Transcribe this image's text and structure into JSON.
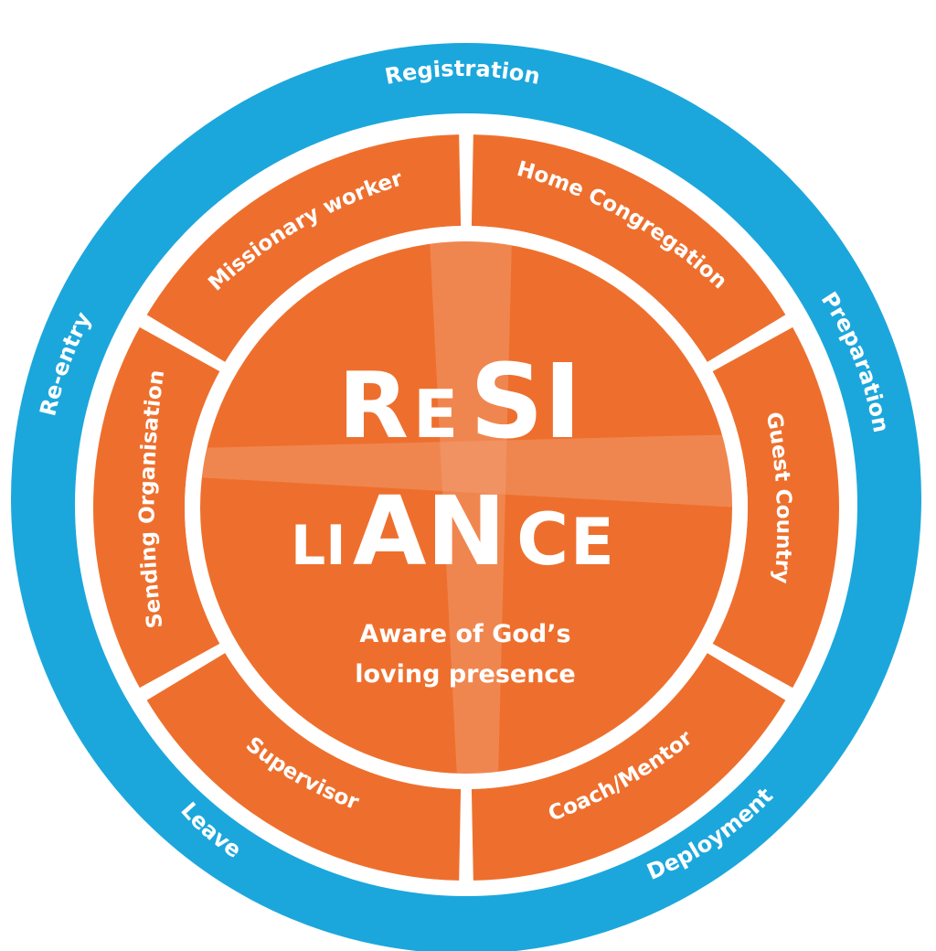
{
  "colors": {
    "outer_ring": "#1ba7dc",
    "segment": "#ee6f2d",
    "highlight": "#f2a27a",
    "text": "#ffffff"
  },
  "outer_ring": {
    "phases": [
      "Registration",
      "Preparation",
      "Deployment",
      "Leave",
      "Re-entry"
    ]
  },
  "middle_ring": {
    "segments": [
      "Missionary worker",
      "Home Congregation",
      "Guest Country",
      "Coach/Mentor",
      "Supervisor",
      "Sending Organisation"
    ]
  },
  "center": {
    "line1": {
      "a": "R",
      "b": "E",
      "c": "SI"
    },
    "line2": {
      "a": "LI",
      "b": "AN",
      "c": "C",
      "d": "E"
    },
    "tagline_1": "Aware of God’s",
    "tagline_2": "loving presence"
  }
}
